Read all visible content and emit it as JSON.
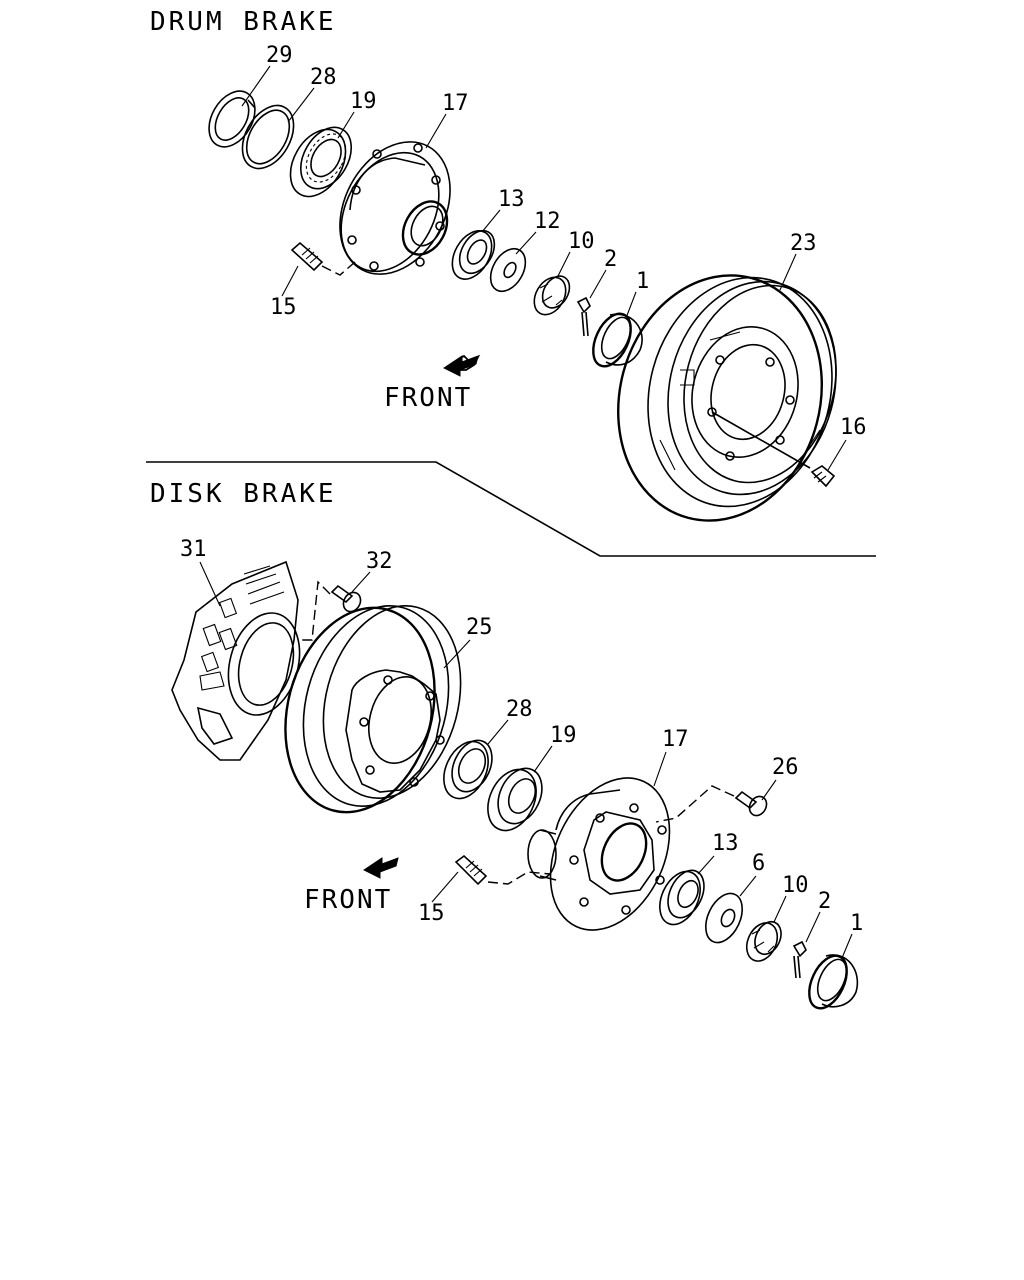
{
  "sections": {
    "drum": {
      "title": "DRUM BRAKE",
      "front": "FRONT",
      "labels": [
        "29",
        "28",
        "19",
        "17",
        "13",
        "12",
        "10",
        "2",
        "1",
        "23",
        "15",
        "16"
      ]
    },
    "disk": {
      "title": "DISK BRAKE",
      "front": "FRONT",
      "labels": [
        "31",
        "32",
        "25",
        "28",
        "19",
        "17",
        "26",
        "13",
        "6",
        "10",
        "2",
        "1",
        "15"
      ]
    }
  }
}
